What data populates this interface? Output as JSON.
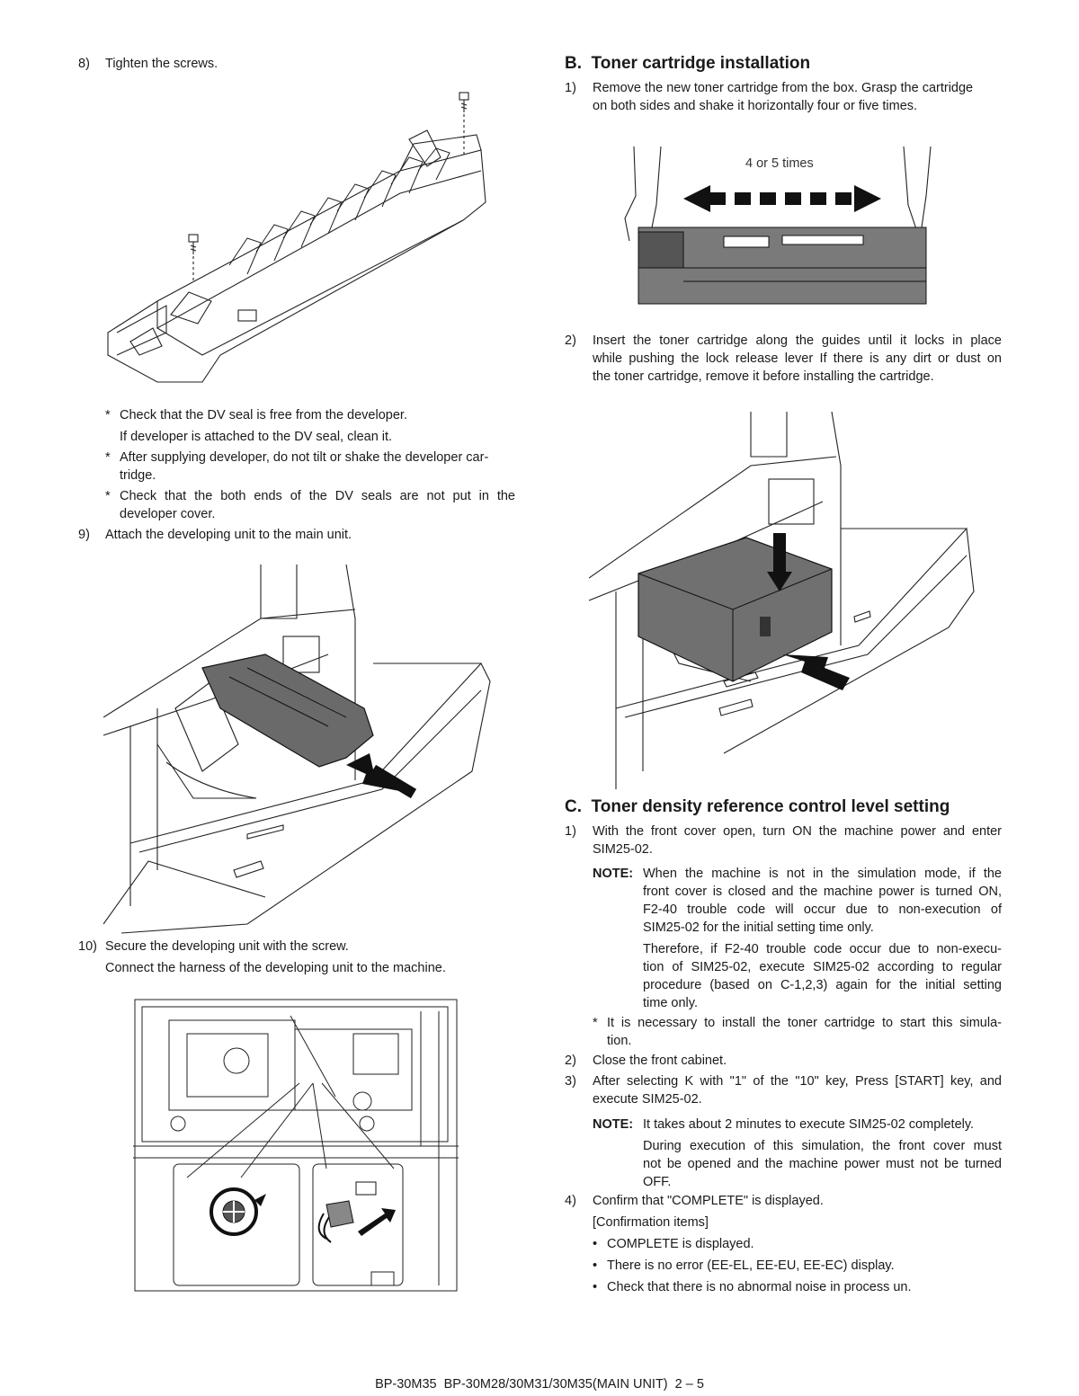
{
  "left": {
    "step8": {
      "num": "8)",
      "text": "Tighten the screws."
    },
    "notes": [
      {
        "star": "*",
        "line1": "Check that the DV seal is free from the developer.",
        "line2": "If developer is attached to the DV seal, clean it."
      },
      {
        "star": "*",
        "line1": "After supplying developer, do not tilt or shake the developer car-",
        "line2": "tridge."
      },
      {
        "star": "*",
        "line1": "Check that the both ends of the DV seals are not put in the",
        "line2": "developer cover."
      }
    ],
    "step9": {
      "num": "9)",
      "text": "Attach the developing unit to the main unit."
    },
    "step10": {
      "num": "10)",
      "line1": "Secure the developing unit with the screw.",
      "line2": "Connect the harness of the developing unit to the machine."
    }
  },
  "right": {
    "sectionB": {
      "title": "B.  Toner cartridge installation"
    },
    "b1": {
      "num": "1)",
      "line1": "Remove the new toner cartridge from the box. Grasp the cartridge",
      "line2": "on both sides and shake it horizontally four or five times."
    },
    "shake_label": "4 or 5 times",
    "b2": {
      "num": "2)",
      "line1": "Insert the toner cartridge along the guides until it locks in place",
      "line2": "while pushing the lock release lever If there is any dirt or dust on",
      "line3": "the toner cartridge, remove it before installing the cartridge."
    },
    "sectionC": {
      "title": "C.  Toner density reference control level setting"
    },
    "c1": {
      "num": "1)",
      "line1": "With the front cover open, turn ON the machine power and enter",
      "line2": "SIM25-02."
    },
    "note1": {
      "label": "NOTE:",
      "line1": "When the machine is not in the simulation mode, if the",
      "line2": "front cover is closed and the machine power is turned ON,",
      "line3": "F2-40 trouble code will occur due to non-execution of",
      "line4": "SIM25-02 for the initial setting time only.",
      "line5": "Therefore, if F2-40 trouble code occur due to non-execu-",
      "line6": "tion of SIM25-02, execute SIM25-02 according to regular",
      "line7": "procedure (based on C-1,2,3) again for the initial setting",
      "line8": "time only."
    },
    "star1": {
      "star": "*",
      "line1": "It is necessary to install the toner cartridge to start this simula-",
      "line2": "tion."
    },
    "c2": {
      "num": "2)",
      "text": "Close the front cabinet."
    },
    "c3": {
      "num": "3)",
      "line1": "After selecting K with \"1\" of the \"10\" key, Press [START] key, and",
      "line2": "execute SIM25-02."
    },
    "note2": {
      "label": "NOTE:",
      "line1": "It takes about 2 minutes to execute SIM25-02 completely.",
      "line2": "During execution of this simulation, the front cover must",
      "line3": "not be opened and the machine power must not be turned",
      "line4": "OFF."
    },
    "c4": {
      "num": "4)",
      "text": "Confirm that \"COMPLETE\" is displayed."
    },
    "confirm_header": "[Confirmation items]",
    "bullets": [
      "COMPLETE is displayed.",
      "There is no error (EE-EL, EE-EU, EE-EC) display.",
      "Check that there is no abnormal noise in process un."
    ]
  },
  "footer": {
    "text": "BP-30M35  BP-30M28/30M31/30M35(MAIN UNIT)  2 – 5"
  }
}
